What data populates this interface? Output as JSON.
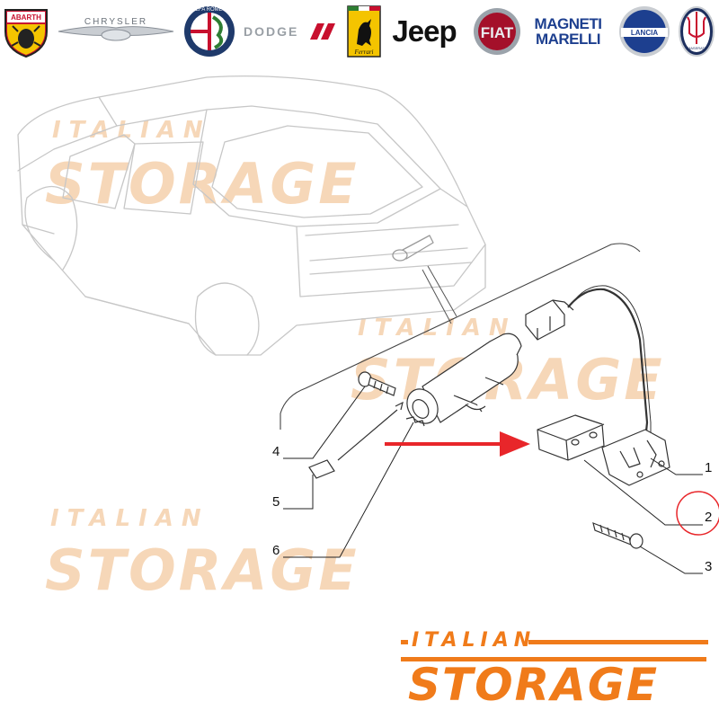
{
  "brands": [
    {
      "id": "abarth",
      "name": "ABARTH"
    },
    {
      "id": "chrysler",
      "name": "CHRYSLER"
    },
    {
      "id": "alfa",
      "name": "ALFA ROMEO"
    },
    {
      "id": "dodge",
      "name": "DODGE"
    },
    {
      "id": "ferrari",
      "name": "Ferrari"
    },
    {
      "id": "jeep",
      "name": "Jeep"
    },
    {
      "id": "fiat",
      "name": "FIAT"
    },
    {
      "id": "magneti",
      "name_line1": "MAGNETI",
      "name_line2": "MARELLI"
    },
    {
      "id": "lancia",
      "name": "LANCIA"
    },
    {
      "id": "maserati",
      "name": "MASERATI"
    }
  ],
  "callouts": [
    "1",
    "2",
    "3",
    "4",
    "5",
    "6"
  ],
  "watermark": {
    "top": "ITALIAN",
    "bottom": "STORAGE"
  },
  "footer": {
    "top": "ITALIAN",
    "bottom": "STORAGE"
  },
  "colors": {
    "arrow": "#e8262a",
    "highlight_circle": "#e8262a",
    "logo_orange": "#f07b1a",
    "watermark": "#f6d7b8"
  },
  "highlighted_part": "2"
}
